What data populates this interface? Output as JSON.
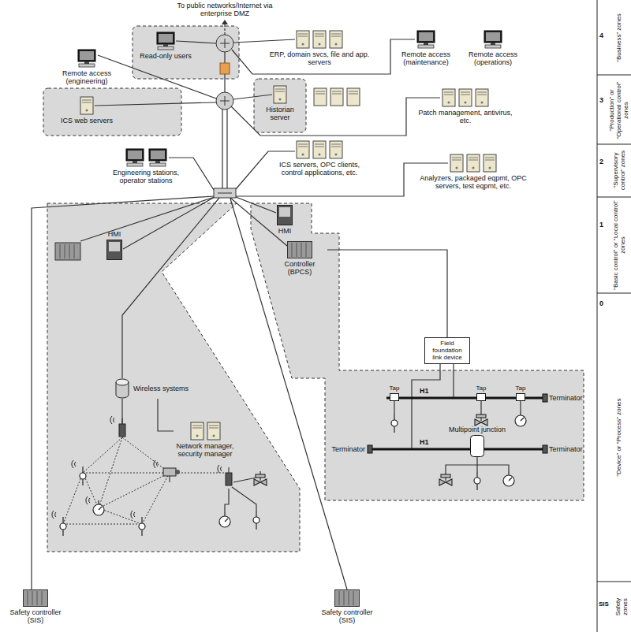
{
  "diagram": {
    "nodes": [
      {
        "text": [
          "Read-only users"
        ]
      },
      {
        "text": [
          "ERP, domain svcs, file and app. servers"
        ]
      },
      {
        "text": [
          "Remote access (maintenance)"
        ]
      },
      {
        "text": [
          "Remote access (operations)"
        ]
      },
      {
        "text": [
          "Remote access (engineering)"
        ]
      },
      {
        "text": [
          "ICS web servers"
        ]
      },
      {
        "text": [
          "Historian server"
        ]
      },
      {
        "text": [
          "Patch management, antivirus, etc."
        ]
      },
      {
        "text": [
          "Engineering stations, operator stations"
        ]
      },
      {
        "text": [
          "ICS servers, OPC clients, control applications, etc."
        ]
      },
      {
        "text": [
          "Analyzers, packaged eqpmt, OPC servers, test eqpmt, etc."
        ]
      },
      {
        "text": [
          "HMI"
        ]
      },
      {
        "text": [
          "HMI"
        ]
      },
      {
        "text": [
          "Controller (BPCS)"
        ]
      },
      {
        "text": [
          "Field foundation link device"
        ]
      },
      {
        "text": [
          "Wireless systems"
        ]
      },
      {
        "text": [
          "Network manager, security manager"
        ]
      },
      {
        "text": [
          "Tap"
        ]
      },
      {
        "text": [
          "Tap"
        ]
      },
      {
        "text": [
          "Tap"
        ]
      },
      {
        "text": [
          "Multipoint junction"
        ]
      },
      {
        "text": [
          "Safety controller (SIS)"
        ]
      },
      {
        "text": [
          "Safety controller (SIS)"
        ]
      }
    ],
    "edges": [
      {
        "from": 13,
        "to": 14,
        "arrow": "none"
      },
      {
        "from": 15,
        "to": 16,
        "arrow": "none"
      }
    ],
    "labels": [
      "To public networks/Internet via enterprise DMZ",
      "H1",
      "H1",
      "Terminator",
      "Terminator",
      "Terminator",
      "4",
      "“Business” zones",
      "3",
      "“Production” or “Operational control” zones",
      "2",
      "“Supervisory control” zones",
      "1",
      "“Basic control” or “Local control” zones",
      "0",
      "“Device” or “Process” zones",
      "SIS",
      "Safety zones"
    ]
  }
}
